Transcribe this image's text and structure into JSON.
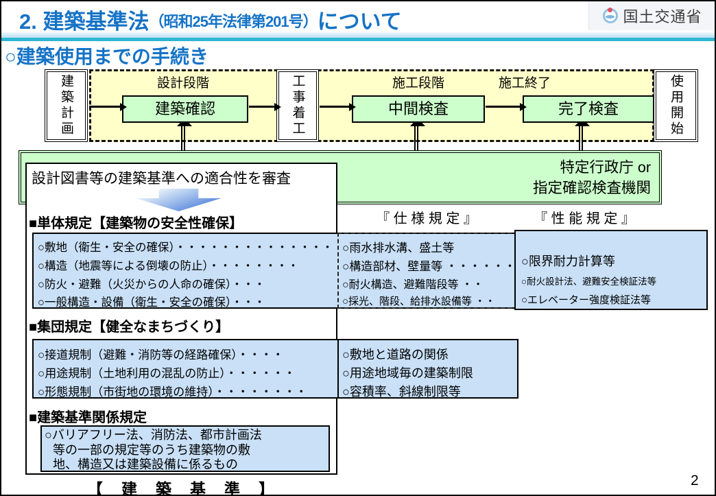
{
  "header": {
    "title_main": "2. 建築基準法",
    "title_paren": "（昭和25年法律第201号）",
    "title_suffix": "について",
    "logo_text": "国土交通省",
    "subtitle": "○建築使用までの手続き"
  },
  "flow": {
    "plan": "建築計画",
    "design_stage_label": "設計段階",
    "building_confirmation": "建築確認",
    "construction_start": "工事着工",
    "construction_stage_label": "施工段階",
    "construction_end_label": "施工終了",
    "interim_inspection": "中間検査",
    "completion_inspection": "完了検査",
    "use_start": "使用開始"
  },
  "authority_banner": {
    "line1": "特定行政庁 or",
    "line2": "指定確認検査機関"
  },
  "review": {
    "caption": "設計図書等の建築基準への適合性を審査"
  },
  "regulation_labels": {
    "specification": "『 仕 様 規 定 』",
    "performance": "『 性 能 規 定 』"
  },
  "tantai": {
    "heading": "■単体規定【建築物の安全性確保】",
    "left": [
      "○敷地（衛生・安全の確保）・・・・・・・・・・・・・・",
      "○構造（地震等による倒壊の防止）・・・・・・・・",
      "○防火・避難（火災からの人命の確保）・・・",
      "○一般構造・設備（衛生・安全の確保）・・・"
    ],
    "middle": [
      "○雨水排水溝、盛土等",
      "○構造部材、壁量等 ・・・・・・・",
      "○耐火構造、避難階段等 ・・",
      "○採光、階段、給排水設備等 ・・"
    ],
    "right": [
      "○限界耐力計算等",
      "○耐火設計法、避難安全検証法等",
      "○エレベーター強度検証法等"
    ]
  },
  "shudan": {
    "heading": "■集団規定【健全なまちづくり】",
    "left": [
      "○接道規制（避難・消防等の経路確保）・・・・",
      "○用途規制（土地利用の混乱の防止）・・・・・・",
      "○形態規制（市街地の環境の維持）・・・・・・・・"
    ],
    "right": [
      "○敷地と道路の関係",
      "○用途地域毎の建築制限",
      "○容積率、斜線制限等"
    ]
  },
  "kankei": {
    "heading": "■建築基準関係規定",
    "lines": [
      "○バリアフリー法、消防法、都市計画法",
      "等の一部の規定等のうち建築物の敷",
      "地、構造又は建築設備に係るもの"
    ]
  },
  "footer": {
    "building_standard_label": "【　建　築　基　準　】",
    "page_number": "2"
  },
  "colors": {
    "accent_blue": "#1573C6",
    "cyan_bar": "#2EB7D3",
    "stage_yellow": "#FFFFC9",
    "box_green": "#CCFFCC",
    "item_blue": "#C9E0F7"
  }
}
